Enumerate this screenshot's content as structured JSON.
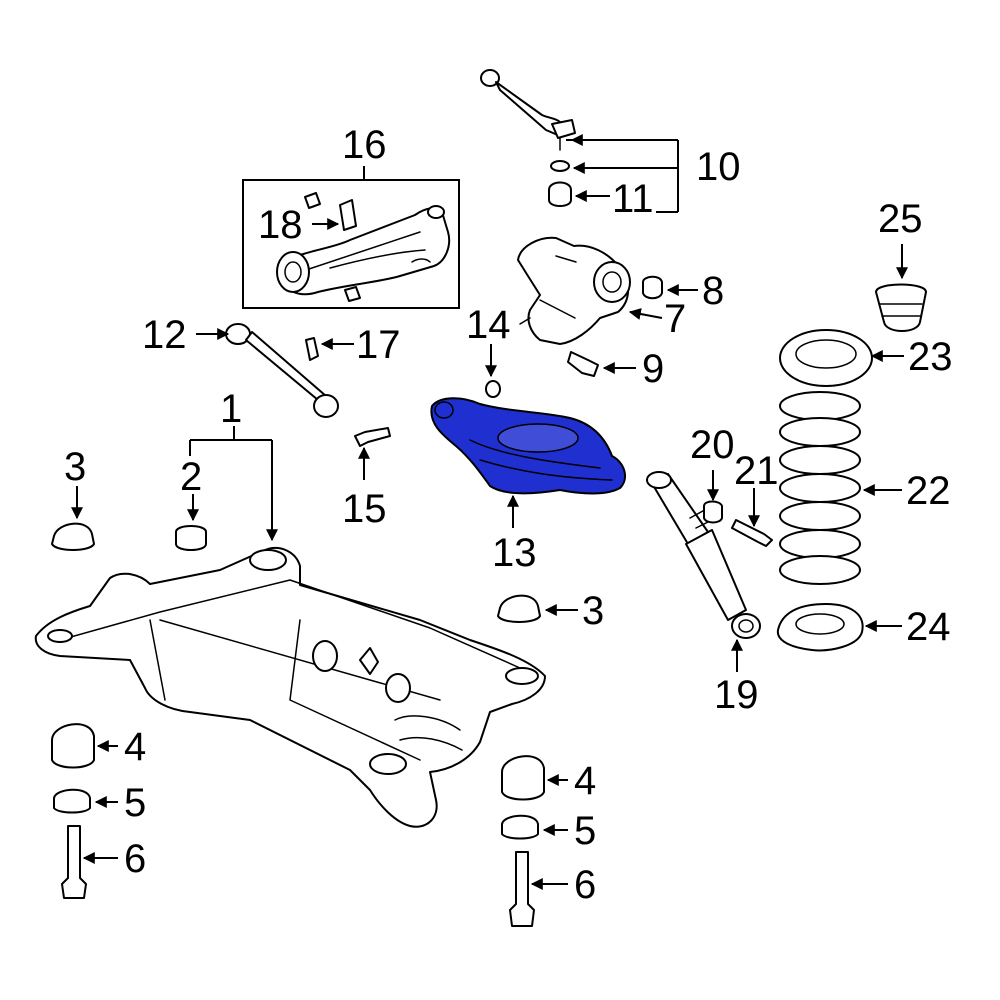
{
  "highlight_color": "#1f2fd0",
  "highlighted_part": "13",
  "labels": {
    "1": "1",
    "2": "2",
    "3a": "3",
    "3b": "3",
    "4a": "4",
    "4b": "4",
    "5a": "5",
    "5b": "5",
    "6a": "6",
    "6b": "6",
    "7": "7",
    "8": "8",
    "9": "9",
    "10": "10",
    "11": "11",
    "12": "12",
    "13": "13",
    "14": "14",
    "15": "15",
    "16": "16",
    "17": "17",
    "18": "18",
    "19": "19",
    "20": "20",
    "21": "21",
    "22": "22",
    "23": "23",
    "24": "24",
    "25": "25"
  }
}
